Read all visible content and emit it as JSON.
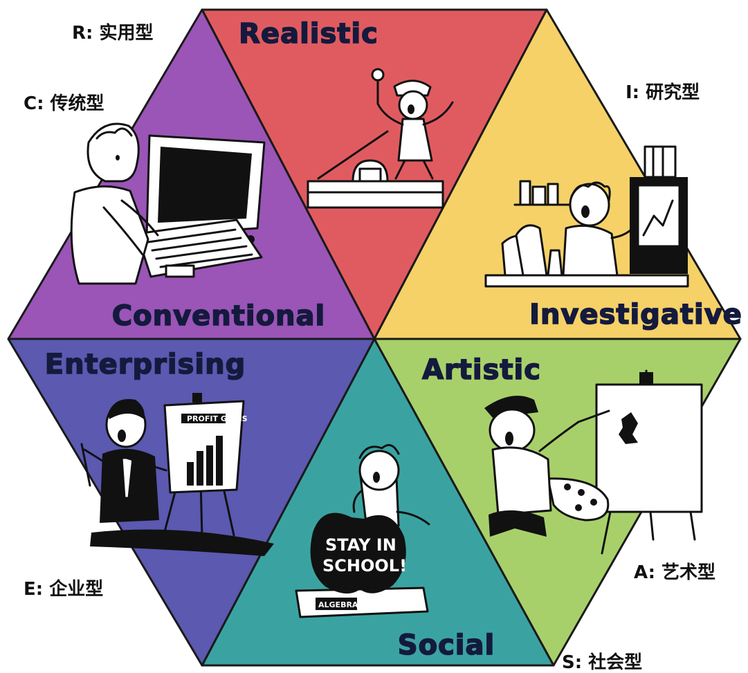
{
  "colors": {
    "realistic": "#e05b60",
    "investigative": "#f5d168",
    "artistic": "#a8d06a",
    "social": "#3aa3a1",
    "enterprising": "#5b59b0",
    "conventional": "#9a55b7",
    "title_ink": "#141a3d",
    "outline": "#1a1a1a"
  },
  "types": {
    "realistic": {
      "title": "Realistic"
    },
    "investigative": {
      "title": "Investigative"
    },
    "artistic": {
      "title": "Artistic"
    },
    "social": {
      "title": "Social"
    },
    "enterprising": {
      "title": "Enterprising"
    },
    "conventional": {
      "title": "Conventional"
    }
  },
  "corner_labels": {
    "r": "R: 实用型",
    "c": "C: 传统型",
    "i": "I: 研究型",
    "e": "E: 企业型",
    "a": "A: 艺术型",
    "s": "S: 社会型"
  },
  "illustration_text": {
    "apple": [
      "STAY IN",
      "SCHOOL!"
    ],
    "chart_board": "PROFIT GAINS",
    "book_spine": "ALGEBRA"
  },
  "icons": {
    "realistic": "engineer-at-workbench-illustration",
    "investigative": "scientist-at-lab-bench-illustration",
    "artistic": "painter-at-easel-illustration",
    "social": "student-with-apple-illustration",
    "enterprising": "businessman-with-chart-illustration",
    "conventional": "woman-at-computer-illustration"
  }
}
